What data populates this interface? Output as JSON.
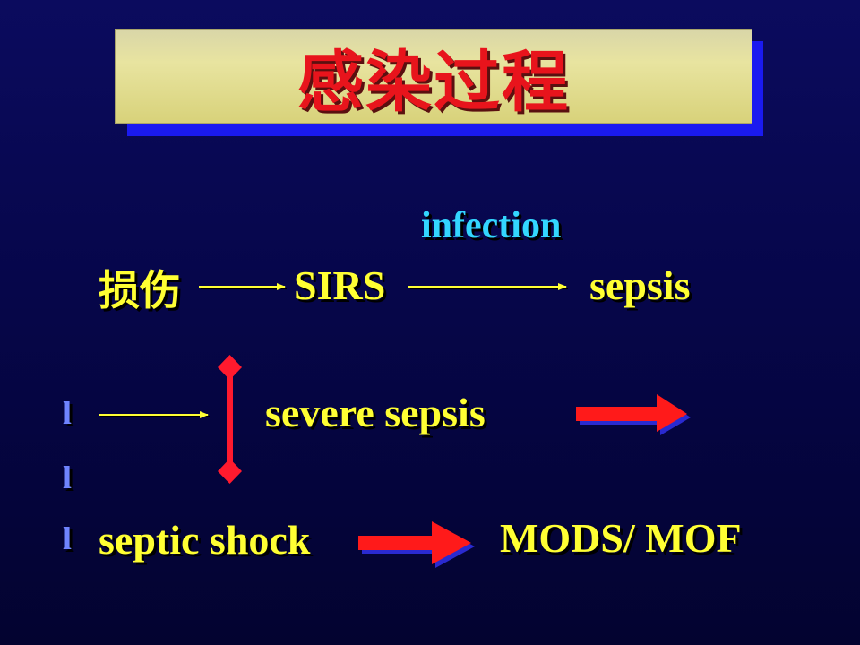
{
  "title": "感染过程",
  "labels": {
    "infection": "infection",
    "injury": "损伤",
    "sirs": "SIRS",
    "sepsis": "sepsis",
    "severe_sepsis": "severe sepsis",
    "septic_shock": "septic shock",
    "mods_mof": "MODS/ MOF"
  },
  "bullets": [
    "l",
    "l",
    "l"
  ],
  "colors": {
    "background": "#06064a",
    "title_box": "#e8e4a0",
    "title_shadow": "#1a1af0",
    "title_text": "#e8141c",
    "label_yellow": "#ffff33",
    "label_cyan": "#33d6ff",
    "bullet_blue": "#6f84ff",
    "thin_arrow": "#ffff33",
    "bold_arrow": "#ff1a1a",
    "bold_arrow_shadow": "#2a2ad0"
  }
}
